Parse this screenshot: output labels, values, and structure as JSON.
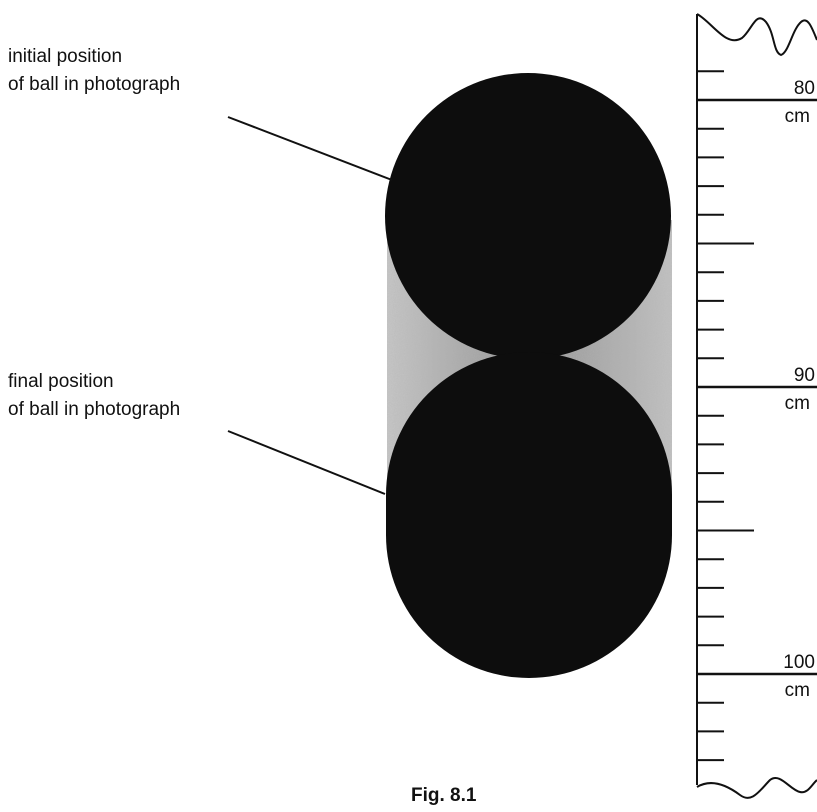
{
  "labels": {
    "initial_line1": "initial position",
    "initial_line2": "of ball in photograph",
    "final_line1": "final position",
    "final_line2": "of ball in photograph"
  },
  "ruler": {
    "unit": "cm",
    "major_marks": [
      {
        "value": "80",
        "unit": "cm"
      },
      {
        "value": "90",
        "unit": "cm"
      },
      {
        "value": "100",
        "unit": "cm"
      }
    ],
    "range_cm": [
      78,
      103
    ]
  },
  "caption": "Fig. 8.1",
  "colors": {
    "ball": "#0d0d0d",
    "blur": "#9a9a9a",
    "ink": "#111111"
  }
}
